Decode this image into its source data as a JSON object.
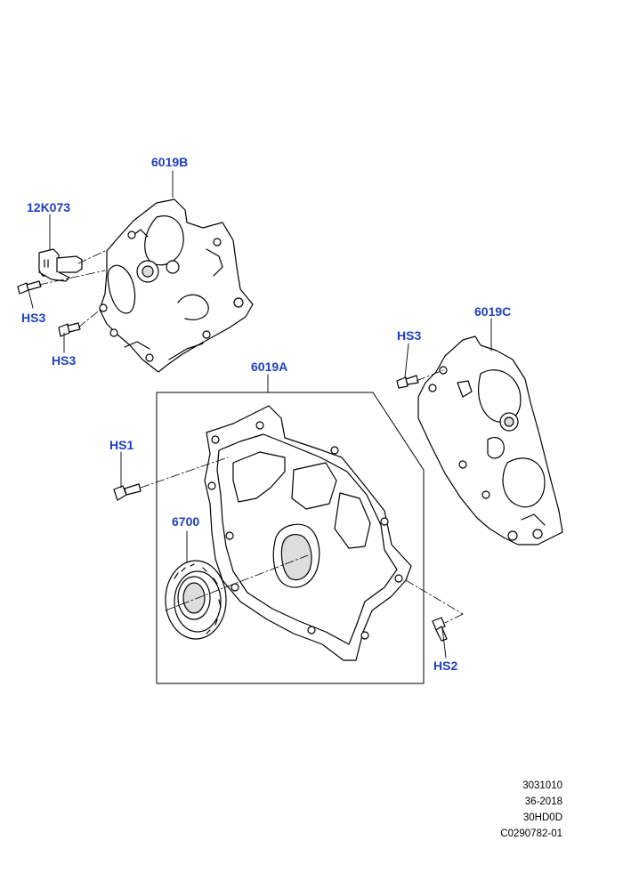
{
  "colors": {
    "callout": "#1f3fbf",
    "line": "#000000",
    "part_fill": "#ffffff",
    "shade": "#dcdcdc"
  },
  "callouts": {
    "p6019B": "6019B",
    "p12K073": "12K073",
    "hs3_a": "HS3",
    "hs3_b": "HS3",
    "hs3_c": "HS3",
    "p6019C": "6019C",
    "p6019A": "6019A",
    "hs1": "HS1",
    "p6700": "6700",
    "hs2": "HS2"
  },
  "reference": {
    "line1": "3031010",
    "line2": "36-2018",
    "line3": "30HD0D",
    "line4": "C0290782-01"
  }
}
